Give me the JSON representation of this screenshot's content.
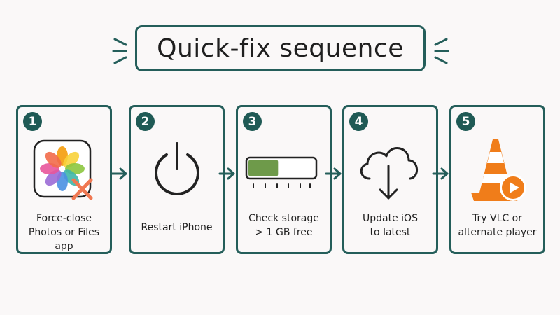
{
  "title": "Quick-fix sequence",
  "colors": {
    "accent": "#245e5a",
    "badge": "#1f5a55",
    "storage_fill": "#6e9a4a",
    "cone_orange": "#f07d1a",
    "x_mark": "#f07852"
  },
  "steps": [
    {
      "number": "1",
      "icon": "photos-app-icon",
      "label_line1": "Force-close",
      "label_line2": "Photos or Files app"
    },
    {
      "number": "2",
      "icon": "power-icon",
      "label_line1": "Restart iPhone",
      "label_line2": ""
    },
    {
      "number": "3",
      "icon": "storage-bar-icon",
      "label_line1": "Check storage",
      "label_line2": "> 1 GB free",
      "storage_fraction": 0.45
    },
    {
      "number": "4",
      "icon": "cloud-download-icon",
      "label_line1": "Update iOS",
      "label_line2": "to latest"
    },
    {
      "number": "5",
      "icon": "vlc-cone-icon",
      "label_line1": "Try VLC or",
      "label_line2": "alternate player"
    }
  ]
}
